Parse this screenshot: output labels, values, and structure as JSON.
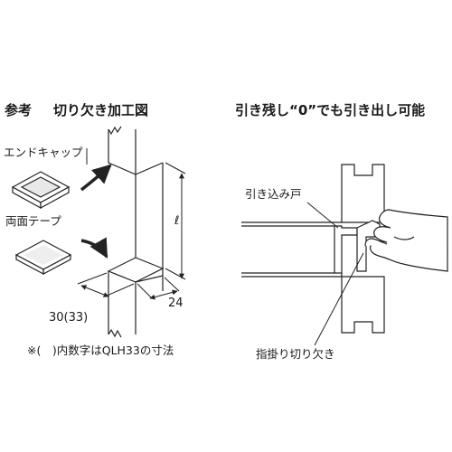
{
  "left": {
    "title_a": "参考",
    "title_b": "切り欠き加工図",
    "end_cap": "エンドキャップ",
    "tape": "両面テープ",
    "dim_width": "30(33)",
    "dim_depth": "24",
    "dim_length": "ℓ",
    "note": "※(　)内数字はQLH33の寸法"
  },
  "right": {
    "title": "引き残し“0”でも引き出し可能",
    "door": "引き込み戸",
    "grip": "指掛り切り欠き"
  }
}
